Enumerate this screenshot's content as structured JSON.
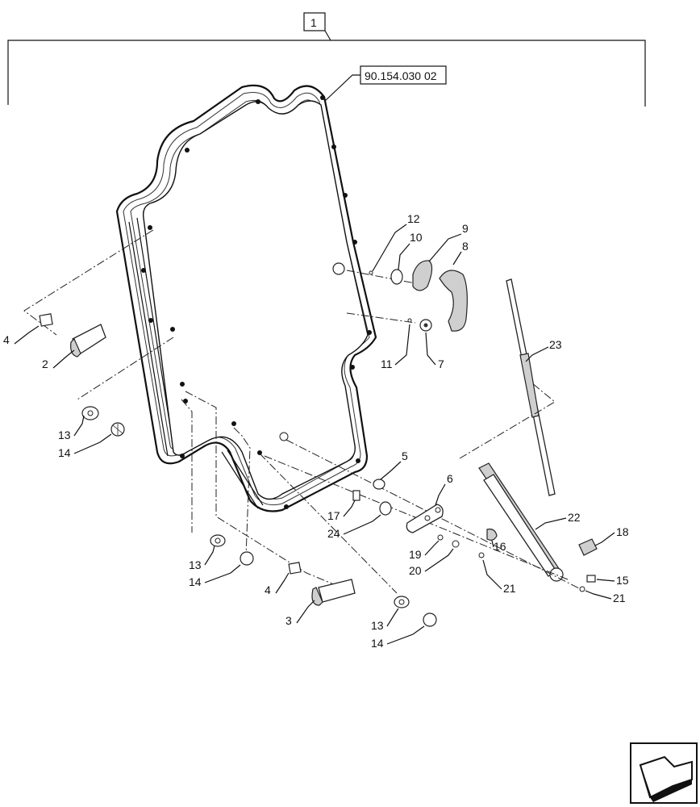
{
  "assembly_label": "1",
  "reference_label": "90.154.030 02",
  "callouts": {
    "c2": "2",
    "c3": "3",
    "c4a": "4",
    "c4b": "4",
    "c5": "5",
    "c6": "6",
    "c7": "7",
    "c8": "8",
    "c9": "9",
    "c10": "10",
    "c11": "11",
    "c12": "12",
    "c13a": "13",
    "c13b": "13",
    "c13c": "13",
    "c14a": "14",
    "c14b": "14",
    "c14c": "14",
    "c15": "15",
    "c16": "16",
    "c17": "17",
    "c18": "18",
    "c19": "19",
    "c20": "20",
    "c21a": "21",
    "c21b": "21",
    "c22": "22",
    "c23": "23",
    "c24": "24"
  },
  "nav_icon": "return-arrow-icon"
}
